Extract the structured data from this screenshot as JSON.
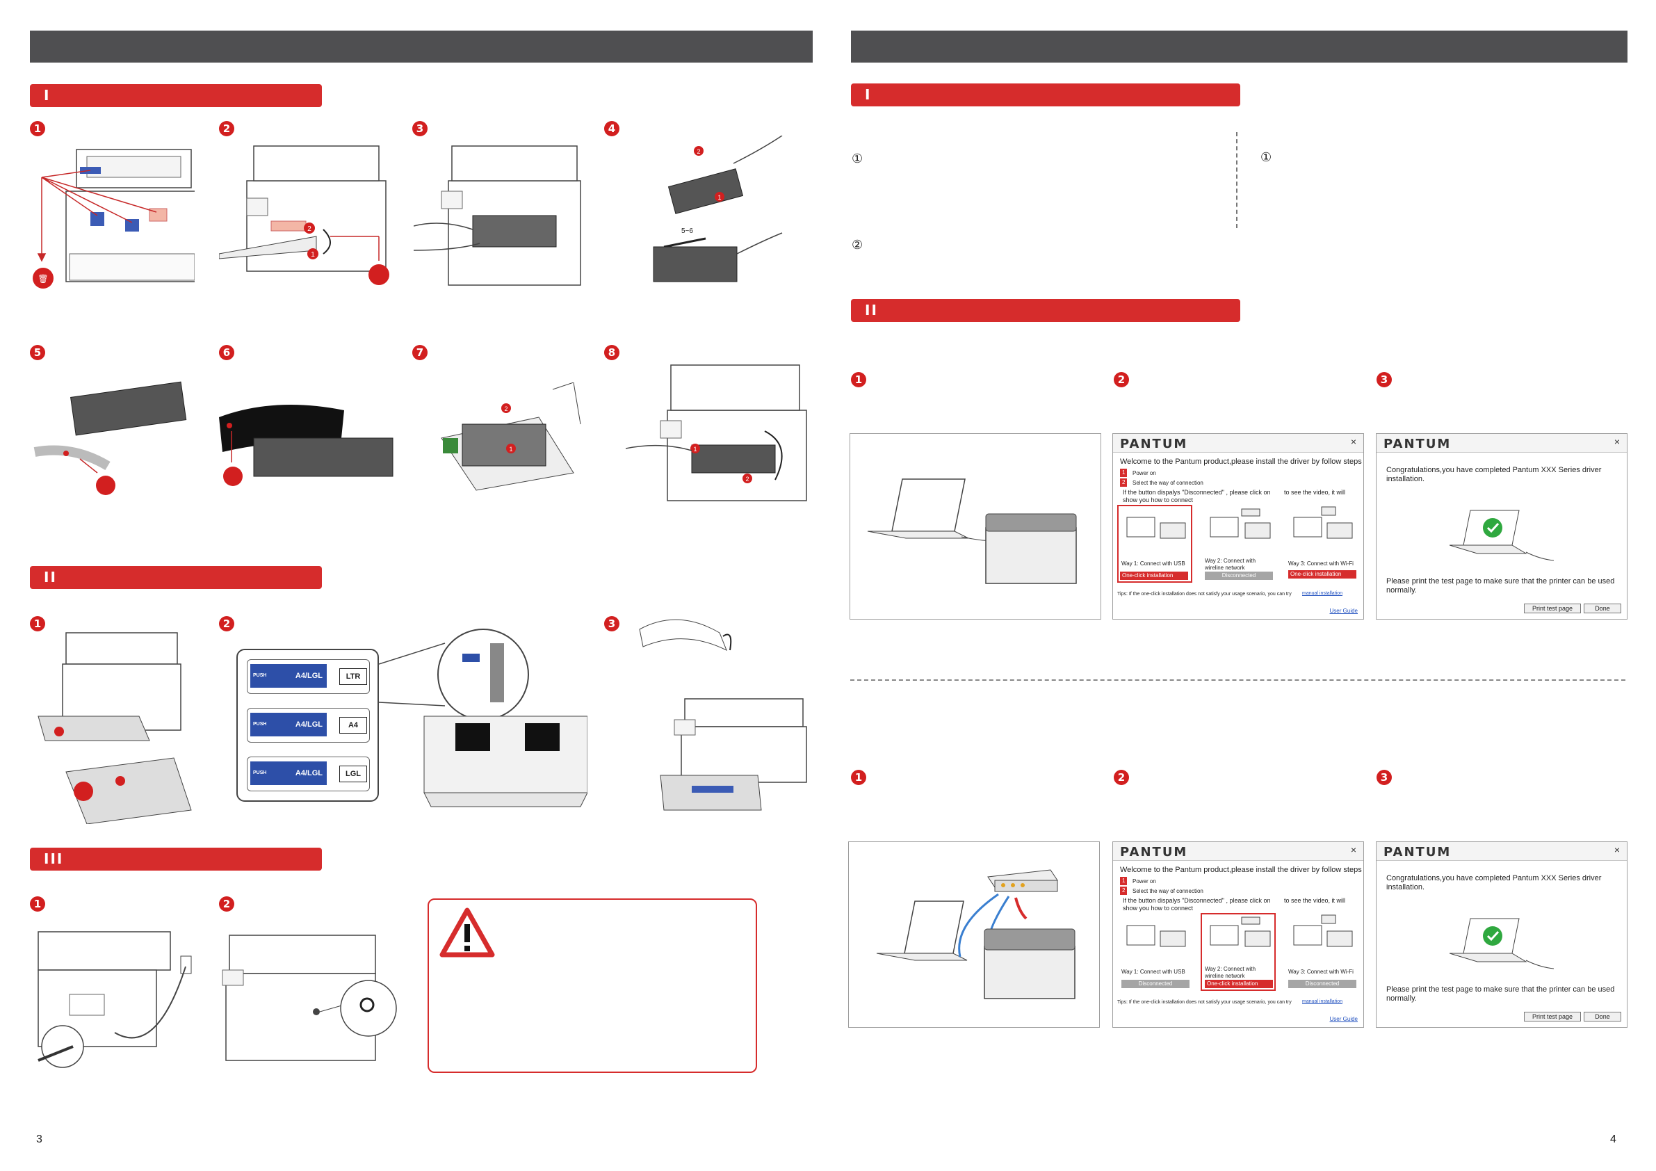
{
  "pages": {
    "left_number": "3",
    "right_number": "4"
  },
  "left": {
    "section1": {
      "label": "I",
      "steps": [
        "1",
        "2",
        "3",
        "4",
        "5",
        "6",
        "7",
        "8"
      ]
    },
    "section2": {
      "label": "II",
      "steps": [
        "1",
        "2",
        "3"
      ],
      "paper_guides": [
        {
          "push": "PUSH",
          "size": "A4/LGL",
          "target": "LTR"
        },
        {
          "push": "PUSH",
          "size": "A4/LGL",
          "target": "A4"
        },
        {
          "push": "PUSH",
          "size": "A4/LGL",
          "target": "LGL"
        }
      ]
    },
    "section3": {
      "label": "III",
      "steps": [
        "1",
        "2"
      ]
    },
    "callouts": {
      "one": "1",
      "two": "2",
      "size_range": "5~6"
    }
  },
  "right": {
    "section1": {
      "label": "I",
      "mark_a": "①",
      "mark_b": "②",
      "mark_c": "①"
    },
    "section2": {
      "label": "II",
      "steps_top": [
        "1",
        "2",
        "3"
      ],
      "steps_bottom": [
        "1",
        "2",
        "3"
      ]
    },
    "installer": {
      "brand": "PANTUM",
      "close": "×",
      "welcome": "Welcome to the Pantum product,please install the driver by follow steps",
      "step1_num": "1",
      "step1": "Power on",
      "step2_num": "2",
      "step2": "Select the way of connection",
      "hint_a": "If the button dispalys  \"Disconnected\" , please click on",
      "hint_b": "to see the video, it will",
      "hint_c": "show you how to connect",
      "way1": "Way 1: Connect with USB",
      "way2": "Way 2: Connect with wireline network",
      "way3": "Way 3: Connect with Wi-Fi",
      "one_click": "One-click installation",
      "disconnected": "Disconnected",
      "tips": "Tips: If the one-click installation does not satisfy your usage scenario, you can try",
      "manual": "manual installation",
      "user_guide": "User Guide",
      "congrats": "Congratulations,you have completed Pantum XXX Series driver installation.",
      "print_note": "Please print the test page to make sure that the printer can be used normally.",
      "print_btn": "Print test page",
      "done_btn": "Done"
    }
  }
}
